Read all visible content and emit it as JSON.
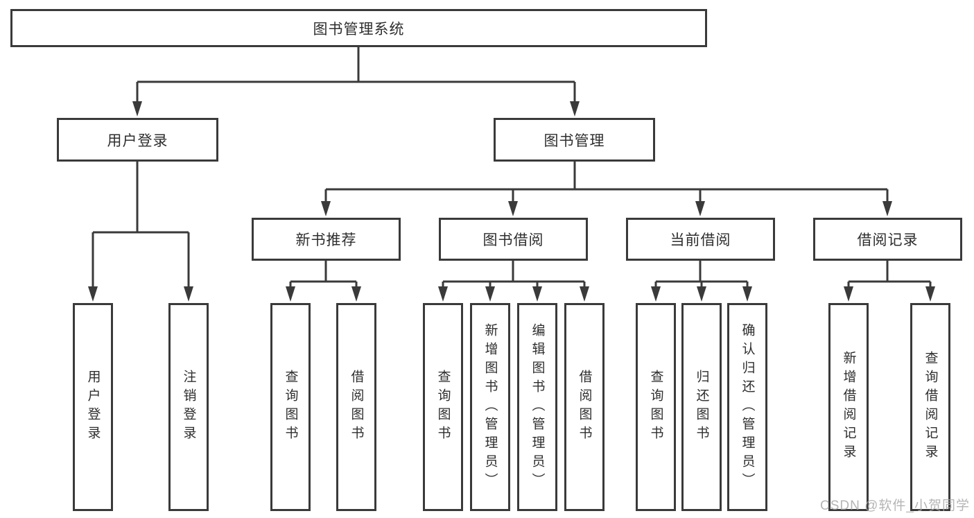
{
  "diagram": {
    "root": {
      "label": "图书管理系统"
    },
    "level2": [
      {
        "label": "用户登录"
      },
      {
        "label": "图书管理"
      }
    ],
    "level3": [
      {
        "label": "新书推荐"
      },
      {
        "label": "图书借阅"
      },
      {
        "label": "当前借阅"
      },
      {
        "label": "借阅记录"
      }
    ],
    "leaves": [
      {
        "label": "用户登录"
      },
      {
        "label": "注销登录"
      },
      {
        "label": "查询图书"
      },
      {
        "label": "借阅图书"
      },
      {
        "label": "查询图书"
      },
      {
        "label": "新增图书（管理员）"
      },
      {
        "label": "编辑图书（管理员）"
      },
      {
        "label": "借阅图书"
      },
      {
        "label": "查询图书"
      },
      {
        "label": "归还图书"
      },
      {
        "label": "确认归还（管理员）"
      },
      {
        "label": "新增借阅记录"
      },
      {
        "label": "查询借阅记录"
      }
    ]
  },
  "watermark": "CSDN @软件_小贺同学",
  "colors": {
    "line": "#3a3a3a",
    "border": "#3a3a3a",
    "text": "#2e2e2e",
    "watermark": "#a8a8a8",
    "background": "#ffffff"
  }
}
